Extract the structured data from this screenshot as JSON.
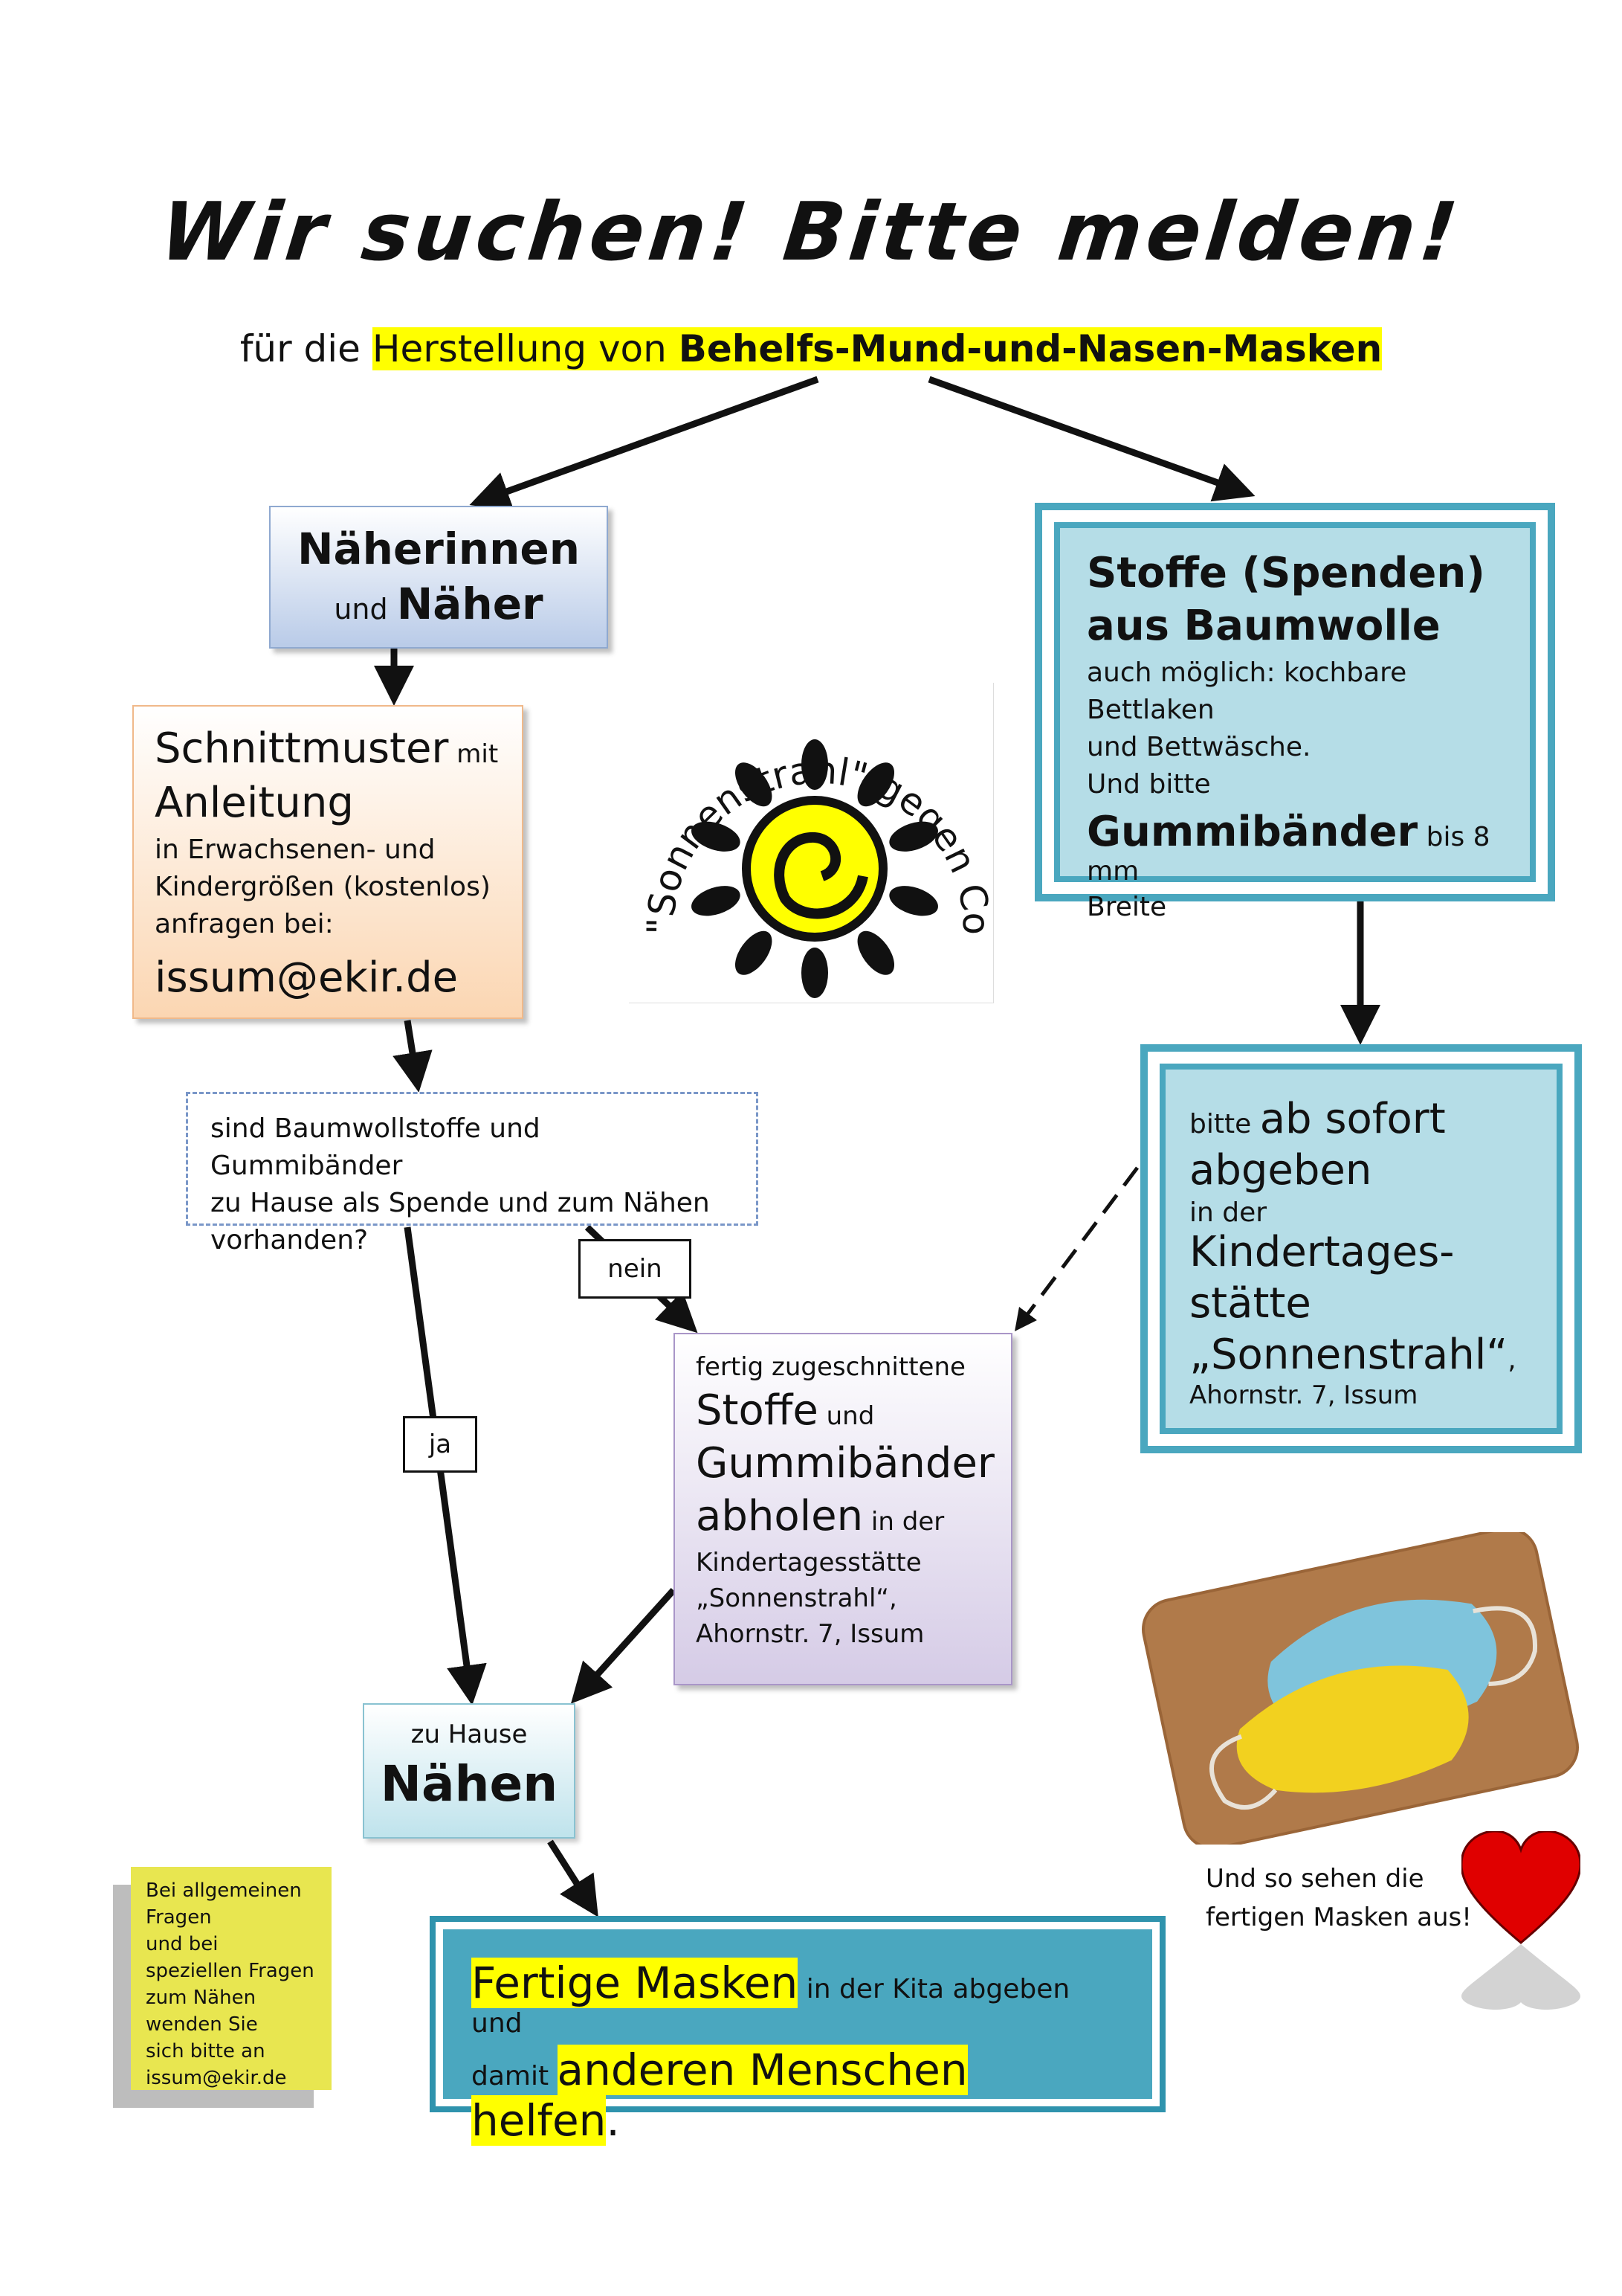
{
  "title": "Wir suchen! Bitte melden!",
  "subtitle": {
    "prefix": "für die ",
    "highlight": "Herstellung von ",
    "bold": "Behelfs-Mund-und-Nasen-Masken"
  },
  "naeherinnen": {
    "line1": "Näherinnen",
    "small": "und ",
    "line2": "Näher"
  },
  "schnittmuster": {
    "big1": "Schnittmuster",
    "small1": " mit",
    "big2": "Anleitung",
    "line3": "in Erwachsenen- und",
    "line4": "Kindergrößen (kostenlos)",
    "line5": "anfragen bei:",
    "email": "issum@ekir.de"
  },
  "logo": {
    "arc_text": "Kita \"Sonnenstrahl\" gegen Corona"
  },
  "stoffe": {
    "line1": "Stoffe (Spenden)",
    "line2": "aus Baumwolle",
    "line3": "auch möglich: kochbare Bettlaken",
    "line4": "und Bettwäsche.",
    "line5": "Und bitte",
    "big": "Gummibänder",
    "small": " bis 8 mm",
    "line7": "Breite"
  },
  "abgeben": {
    "small1": "bitte ",
    "big1": "ab sofort",
    "big2": "abgeben",
    "small2": "in der ",
    "big3": "Kindertages-",
    "big4": "stätte",
    "big5": "„Sonnenstrahl“",
    "comma": ",",
    "address": "Ahornstr. 7, Issum"
  },
  "question": {
    "line1": "sind Baumwollstoffe und Gummibänder",
    "line2": "zu Hause als Spende und zum Nähen",
    "line3": "vorhanden?"
  },
  "labels": {
    "nein": "nein",
    "ja": "ja"
  },
  "abholen": {
    "line1": "fertig zugeschnittene",
    "big1": "Stoffe",
    "small1": " und",
    "big2": "Gummibänder",
    "big3": "abholen",
    "small3": " in der",
    "line5": "Kindertagesstätte",
    "line6": "„Sonnenstrahl“,",
    "line7": "Ahornstr. 7, Issum"
  },
  "naehen": {
    "small": "zu Hause",
    "big": "Nähen"
  },
  "fertig": {
    "hl1": "Fertige Masken",
    "rest1": " in der Kita abgeben und",
    "small2": "damit ",
    "hl2": "anderen Menschen helfen",
    "end": "."
  },
  "note": {
    "lines": [
      "Bei allgemeinen",
      "Fragen",
      "und bei",
      "speziellen Fragen",
      "zum Nähen",
      "wenden Sie",
      "sich bitte an",
      "issum@ekir.de"
    ]
  },
  "photo_caption": {
    "line1": "Und so sehen die",
    "line2": "fertigen Masken aus!"
  },
  "colors": {
    "highlight": "#ffff00",
    "teal": "#4aa7bf",
    "light_teal": "#b5dde7",
    "sun_yellow": "#ffff00",
    "heart_red": "#e00000"
  }
}
